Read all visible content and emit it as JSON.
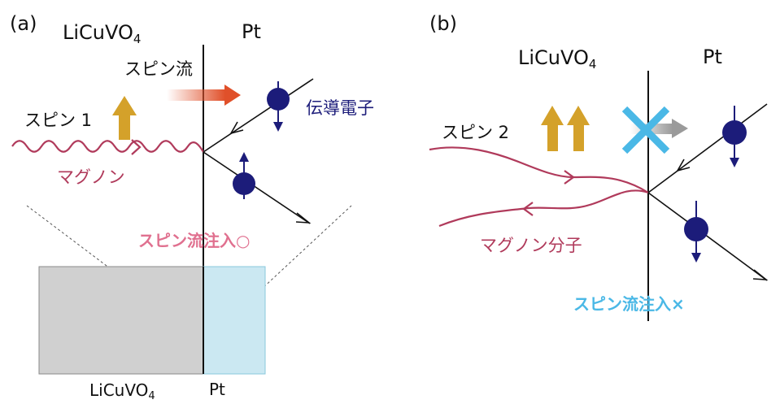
{
  "panel_a": {
    "label": "(a)",
    "left_material": "LiCuVO",
    "subscript": "4",
    "right_material": "Pt",
    "spin_current_label": "スピン流",
    "spin_label": "スピン 1",
    "magnon_label": "マグノン",
    "electron_label": "伝導電子",
    "injection_label": "スピン流注入○",
    "bottom_left_material": "LiCuVO",
    "bottom_right_material": "Pt"
  },
  "panel_b": {
    "label": "(b)",
    "left_material": "LiCuVO",
    "subscript": "4",
    "right_material": "Pt",
    "spin_label": "スピン 2",
    "magnon_label": "マグノン分子",
    "injection_label": "スピン流注入×"
  },
  "colors": {
    "magnon": "#b03a5b",
    "electron": "#1c1c7a",
    "spin_arrow": "#d4a12a",
    "spin_current": "#e0502a",
    "injection_ok": "#e0708f",
    "injection_ng": "#4ab8e6",
    "licuvo_block": "#d0d0d0",
    "pt_block": "#cbe8f2"
  },
  "icons": [
    "spin-up-arrow",
    "electron-spin-up",
    "electron-spin-down",
    "blocked-cross"
  ]
}
